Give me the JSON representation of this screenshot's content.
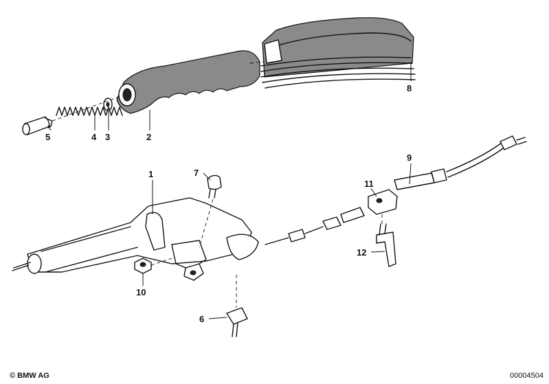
{
  "parts": [
    {
      "id": "part-1",
      "number": "1"
    },
    {
      "id": "part-2",
      "number": "2"
    },
    {
      "id": "part-3",
      "number": "3"
    },
    {
      "id": "part-4",
      "number": "4"
    },
    {
      "id": "part-5",
      "number": "5"
    },
    {
      "id": "part-6",
      "number": "6"
    },
    {
      "id": "part-7",
      "number": "7"
    },
    {
      "id": "part-8",
      "number": "8"
    },
    {
      "id": "part-9",
      "number": "9"
    },
    {
      "id": "part-10",
      "number": "10"
    },
    {
      "id": "part-11",
      "number": "11"
    },
    {
      "id": "part-12",
      "number": "12"
    }
  ],
  "footer": {
    "copyright": "© BMW AG",
    "diagram_id": "00004504"
  }
}
